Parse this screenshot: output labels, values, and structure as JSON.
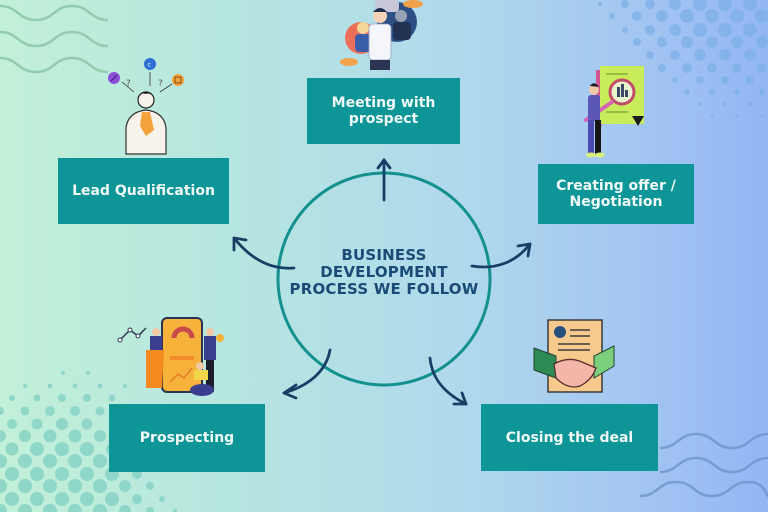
{
  "diagram": {
    "title_lines": [
      "BUSINESS",
      "DEVELOPMENT",
      "PROCESS WE FOLLOW"
    ],
    "colors": {
      "box_fill": "#0e9597",
      "box_text": "#f1faf8",
      "center_text": "#1b4a77",
      "circle_stroke": "#14908f",
      "arrow_stroke": "#173f66"
    },
    "steps": [
      {
        "id": "meeting",
        "label_lines": [
          "Meeting with",
          "prospect"
        ],
        "illustration": "people-meeting-illustration"
      },
      {
        "id": "offer",
        "label_lines": [
          "Creating offer /",
          "Negotiation"
        ],
        "illustration": "magnifier-chart-document-illustration"
      },
      {
        "id": "closing",
        "label_lines": [
          "Closing the deal"
        ],
        "illustration": "handshake-contract-illustration"
      },
      {
        "id": "prospecting",
        "label_lines": [
          "Prospecting"
        ],
        "illustration": "phone-analytics-team-illustration"
      },
      {
        "id": "lead",
        "label_lines": [
          "Lead Qualification"
        ],
        "illustration": "thinking-person-illustration"
      }
    ],
    "decorations": [
      "wave-lines-top-left",
      "dot-pattern-top-right",
      "dot-pattern-bottom-left",
      "wave-lines-bottom-right"
    ]
  }
}
